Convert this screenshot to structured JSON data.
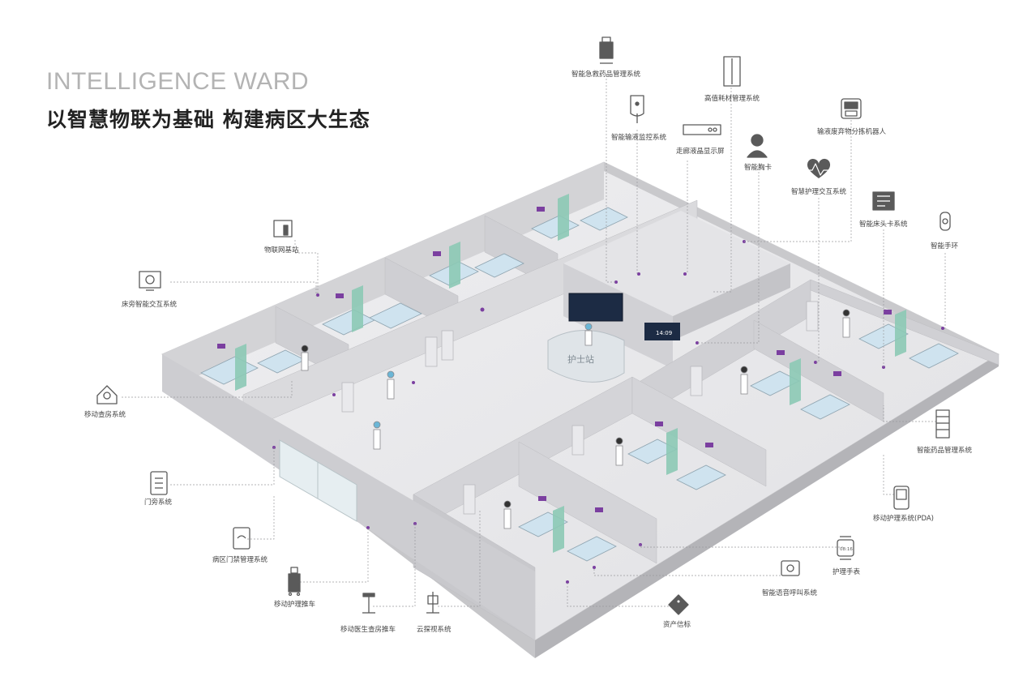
{
  "header": {
    "title_en": "INTELLIGENCE WARD",
    "title_cn": "以智慧物联为基础  构建病区大生态"
  },
  "nurse_station_sign": "护士站",
  "corridor_screen_time": "14:09",
  "watch_display": "08:16",
  "systems": {
    "emergency_drug": "智能急救药品管理系统",
    "high_value": "高值耗材管理系统",
    "infusion": "智能输液监控系统",
    "corridor_lcd": "走廊液晶显示屏",
    "waste_robot": "输液废弃物分拣机器人",
    "badge": "智能胸卡",
    "nursing_interaction": "智慧护理交互系统",
    "bedhead_card": "智能床头卡系统",
    "bracelet": "智能手环",
    "iot_base": "物联网基站",
    "bedside": "床旁智能交互系统",
    "mobile_rounds": "移动查房系统",
    "drug_mgmt": "智能药品管理系统",
    "door_side": "门旁系统",
    "pda": "移动护理系统(PDA)",
    "access": "病区门禁管理系统",
    "nursing_watch": "护理手表",
    "nursing_cart": "移动护理推车",
    "voice_call": "智能语音呼叫系统",
    "doctor_cart": "移动医生查房推车",
    "cloud_visit": "云探视系统",
    "asset_tag": "资产信标"
  },
  "colors": {
    "wall": "#d9d9dc",
    "wall_dark": "#bfc0c4",
    "floor": "#ebebed",
    "accent": "#7b3fa0",
    "curtain": "#8cc9b5",
    "bed": "#cfe3ef",
    "screen": "#1c2b44",
    "icon": "#5a5a5a"
  }
}
